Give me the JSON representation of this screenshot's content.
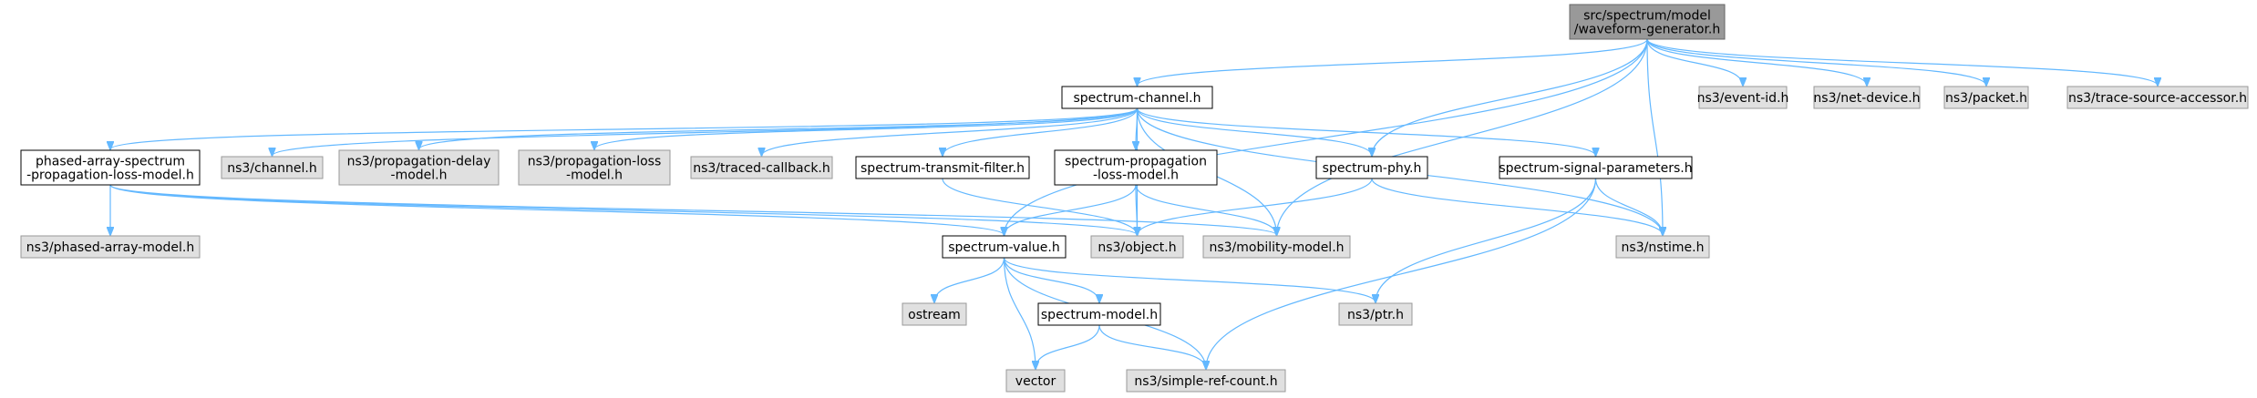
{
  "diagram": {
    "nodes": [
      {
        "id": "root",
        "lines": [
          "src/spectrum/model",
          "/waveform-generator.h"
        ],
        "style": "root"
      },
      {
        "id": "channel",
        "lines": [
          "spectrum-channel.h"
        ],
        "style": "local"
      },
      {
        "id": "eventid",
        "lines": [
          "ns3/event-id.h"
        ],
        "style": "external"
      },
      {
        "id": "netdev",
        "lines": [
          "ns3/net-device.h"
        ],
        "style": "external"
      },
      {
        "id": "packet",
        "lines": [
          "ns3/packet.h"
        ],
        "style": "external"
      },
      {
        "id": "tsa",
        "lines": [
          "ns3/trace-source-accessor.h"
        ],
        "style": "external"
      },
      {
        "id": "paspl",
        "lines": [
          "phased-array-spectrum",
          "-propagation-loss-model.h"
        ],
        "style": "local"
      },
      {
        "id": "nschannel",
        "lines": [
          "ns3/channel.h"
        ],
        "style": "external"
      },
      {
        "id": "propdelay",
        "lines": [
          "ns3/propagation-delay",
          "-model.h"
        ],
        "style": "external"
      },
      {
        "id": "proploss",
        "lines": [
          "ns3/propagation-loss",
          "-model.h"
        ],
        "style": "external"
      },
      {
        "id": "tracedcb",
        "lines": [
          "ns3/traced-callback.h"
        ],
        "style": "external"
      },
      {
        "id": "stf",
        "lines": [
          "spectrum-transmit-filter.h"
        ],
        "style": "local"
      },
      {
        "id": "spl",
        "lines": [
          "spectrum-propagation",
          "-loss-model.h"
        ],
        "style": "local"
      },
      {
        "id": "phy",
        "lines": [
          "spectrum-phy.h"
        ],
        "style": "local"
      },
      {
        "id": "ssp",
        "lines": [
          "spectrum-signal-parameters.h"
        ],
        "style": "local"
      },
      {
        "id": "pam",
        "lines": [
          "ns3/phased-array-model.h"
        ],
        "style": "external"
      },
      {
        "id": "value",
        "lines": [
          "spectrum-value.h"
        ],
        "style": "local"
      },
      {
        "id": "object",
        "lines": [
          "ns3/object.h"
        ],
        "style": "external"
      },
      {
        "id": "mobility",
        "lines": [
          "ns3/mobility-model.h"
        ],
        "style": "external"
      },
      {
        "id": "nstime",
        "lines": [
          "ns3/nstime.h"
        ],
        "style": "external"
      },
      {
        "id": "ostream",
        "lines": [
          "ostream"
        ],
        "style": "external"
      },
      {
        "id": "model",
        "lines": [
          "spectrum-model.h"
        ],
        "style": "local"
      },
      {
        "id": "ptr",
        "lines": [
          "ns3/ptr.h"
        ],
        "style": "external"
      },
      {
        "id": "vector",
        "lines": [
          "vector"
        ],
        "style": "external"
      },
      {
        "id": "src",
        "lines": [
          "ns3/simple-ref-count.h"
        ],
        "style": "external"
      }
    ],
    "edges": [
      [
        "root",
        "channel"
      ],
      [
        "root",
        "eventid"
      ],
      [
        "root",
        "netdev"
      ],
      [
        "root",
        "packet"
      ],
      [
        "root",
        "tsa"
      ],
      [
        "root",
        "value"
      ],
      [
        "root",
        "phy"
      ],
      [
        "root",
        "mobility"
      ],
      [
        "root",
        "nstime"
      ],
      [
        "channel",
        "paspl"
      ],
      [
        "channel",
        "nschannel"
      ],
      [
        "channel",
        "propdelay"
      ],
      [
        "channel",
        "proploss"
      ],
      [
        "channel",
        "tracedcb"
      ],
      [
        "channel",
        "stf"
      ],
      [
        "channel",
        "spl"
      ],
      [
        "channel",
        "phy"
      ],
      [
        "channel",
        "ssp"
      ],
      [
        "channel",
        "object"
      ],
      [
        "channel",
        "mobility"
      ],
      [
        "channel",
        "nstime"
      ],
      [
        "paspl",
        "pam"
      ],
      [
        "paspl",
        "value"
      ],
      [
        "paspl",
        "object"
      ],
      [
        "paspl",
        "mobility"
      ],
      [
        "stf",
        "object"
      ],
      [
        "spl",
        "value"
      ],
      [
        "spl",
        "object"
      ],
      [
        "spl",
        "mobility"
      ],
      [
        "phy",
        "object"
      ],
      [
        "phy",
        "nstime"
      ],
      [
        "ssp",
        "nstime"
      ],
      [
        "ssp",
        "ptr"
      ],
      [
        "ssp",
        "src"
      ],
      [
        "value",
        "ostream"
      ],
      [
        "value",
        "model"
      ],
      [
        "value",
        "ptr"
      ],
      [
        "value",
        "vector"
      ],
      [
        "value",
        "src"
      ],
      [
        "model",
        "vector"
      ],
      [
        "model",
        "src"
      ]
    ],
    "colors": {
      "edge": "#63b8ff",
      "root_fill": "#999999",
      "local_fill": "#ffffff",
      "external_fill": "#e0e0e0",
      "local_border": "#000000",
      "external_border": "#999999",
      "root_border": "#666666"
    }
  }
}
